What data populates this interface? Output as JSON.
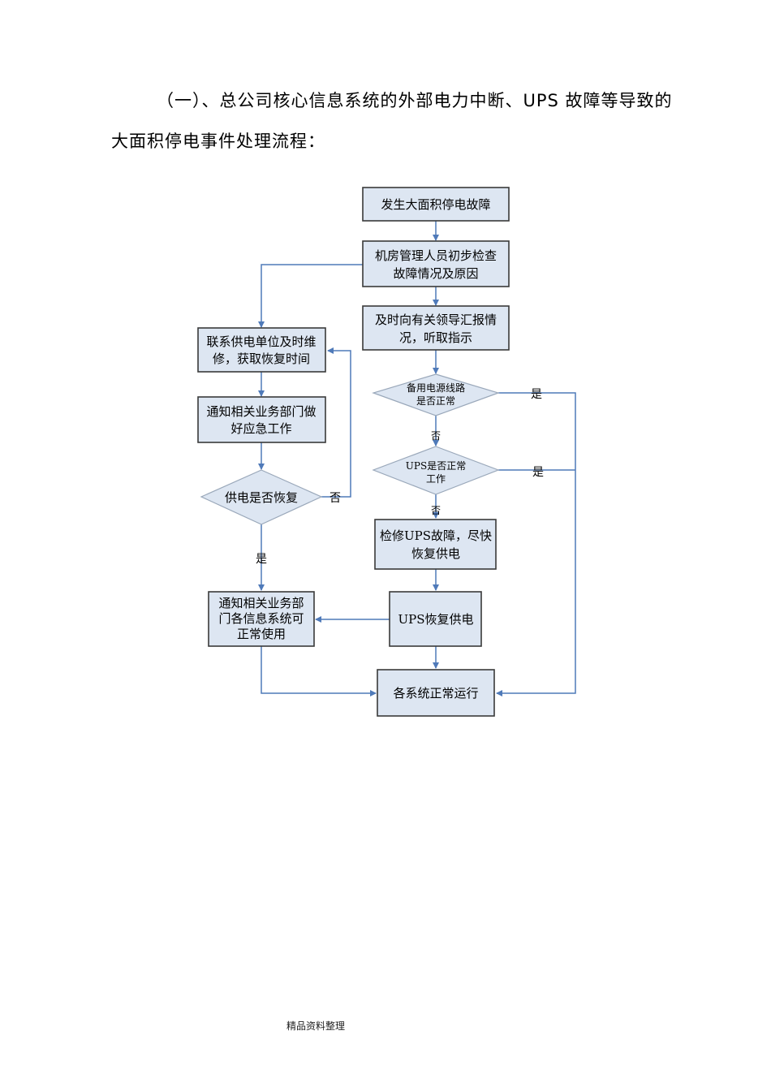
{
  "heading": {
    "line1": "（一）、总公司核心信息系统的外部电力中断、UPS 故障等导致的",
    "line2": "大面积停电事件处理流程："
  },
  "flowchart": {
    "nodes": {
      "start": [
        "发生大面积停电故障"
      ],
      "inspect": [
        "机房管理人员初步检查",
        "故障情况及原因"
      ],
      "report": [
        "及时向有关领导汇报情",
        "况，听取指示"
      ],
      "contact_supplier": [
        "联系供电单位及时维",
        "修，获取恢复时间"
      ],
      "notify_emergency": [
        "通知相关业务部门做",
        "好应急工作"
      ],
      "power_restored_q": [
        "供电是否恢复"
      ],
      "backup_line_q": [
        "备用电源线路",
        "是否正常"
      ],
      "ups_working_q": [
        "UPS是否正常",
        "工作"
      ],
      "repair_ups": [
        "检修UPS故障，尽快",
        "恢复供电"
      ],
      "ups_restored": [
        "UPS恢复供电"
      ],
      "notify_ok": [
        "通知相关业务部",
        "门各信息系统可",
        "正常使用"
      ],
      "normal_operation": [
        "各系统正常运行"
      ]
    },
    "edge_labels": {
      "yes": "是",
      "no": "否"
    }
  },
  "footer": "精品资料整理"
}
